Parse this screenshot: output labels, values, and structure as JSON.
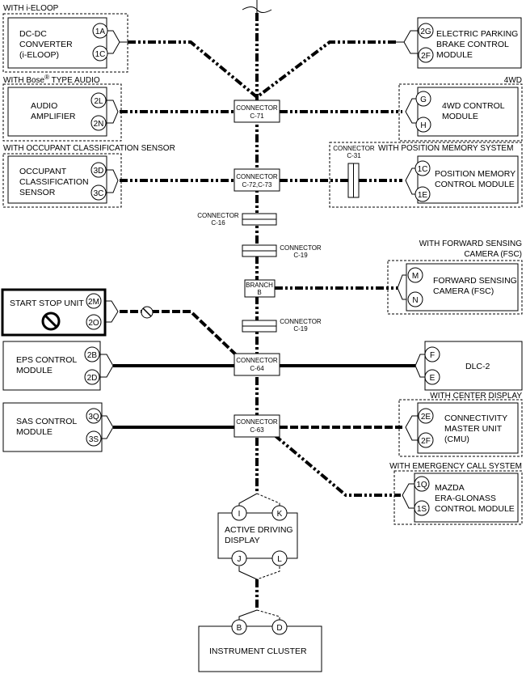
{
  "options": {
    "ieloop": "WITH i-ELOOP",
    "bose_pre": "WITH Bose",
    "bose_reg": "®",
    "bose_post": " TYPE AUDIO",
    "occupant": "WITH OCCUPANT CLASSIFICATION SENSOR",
    "wd4": "4WD",
    "position_memory": "WITH POSITION MEMORY SYSTEM",
    "fsc_1": "WITH FORWARD SENSING",
    "fsc_2": "CAMERA (FSC)",
    "center_display": "WITH CENTER DISPLAY",
    "emergency_call": "WITH EMERGENCY CALL SYSTEM"
  },
  "modules": {
    "dcdc": {
      "lines": [
        "DC-DC",
        "CONVERTER",
        "(i-ELOOP)"
      ],
      "pins": [
        "1A",
        "1C"
      ]
    },
    "epb": {
      "lines": [
        "ELECTRIC PARKING",
        "BRAKE CONTROL",
        "MODULE"
      ],
      "pins": [
        "2G",
        "2F"
      ]
    },
    "audio": {
      "lines": [
        "AUDIO",
        "AMPLIFIER"
      ],
      "pins": [
        "2L",
        "2N"
      ]
    },
    "wd4": {
      "lines": [
        "4WD CONTROL",
        "MODULE"
      ],
      "pins": [
        "G",
        "H"
      ]
    },
    "occupant": {
      "lines": [
        "OCCUPANT",
        "CLASSIFICATION",
        "SENSOR"
      ],
      "pins": [
        "3D",
        "3C"
      ]
    },
    "position": {
      "lines": [
        "POSITION MEMORY",
        "CONTROL MODULE"
      ],
      "pins": [
        "1C",
        "1E"
      ]
    },
    "fsc": {
      "lines": [
        "FORWARD SENSING",
        "CAMERA (FSC)"
      ],
      "pins": [
        "M",
        "N"
      ]
    },
    "start_stop": {
      "lines": [
        "START STOP UNIT"
      ],
      "pins": [
        "2M",
        "2O"
      ]
    },
    "eps": {
      "lines": [
        "EPS CONTROL",
        "MODULE"
      ],
      "pins": [
        "2B",
        "2D"
      ]
    },
    "dlc": {
      "lines": [
        "DLC-2"
      ],
      "pins": [
        "F",
        "E"
      ]
    },
    "sas": {
      "lines": [
        "SAS CONTROL",
        "MODULE"
      ],
      "pins": [
        "3Q",
        "3S"
      ]
    },
    "cmu": {
      "lines": [
        "CONNECTIVITY",
        "MASTER UNIT",
        "(CMU)"
      ],
      "pins": [
        "2E",
        "2F"
      ]
    },
    "era": {
      "lines": [
        "MAZDA",
        "ERA-GLONASS",
        "CONTROL MODULE"
      ],
      "pins": [
        "1Q",
        "1S"
      ]
    },
    "add": {
      "lines": [
        "ACTIVE DRIVING",
        "DISPLAY"
      ],
      "pins": [
        "I",
        "K",
        "J",
        "L"
      ]
    },
    "cluster": {
      "lines": [
        "INSTRUMENT CLUSTER"
      ],
      "pins": [
        "B",
        "D"
      ]
    }
  },
  "connectors": {
    "c71": [
      "CONNECTOR",
      "C-71"
    ],
    "c72": [
      "CONNECTOR",
      "C-72,C-73"
    ],
    "c31": [
      "CONNECTOR",
      "C-31"
    ],
    "c16": [
      "CONNECTOR",
      "C-16"
    ],
    "c19a": [
      "CONNECTOR",
      "C-19"
    ],
    "branch": [
      "BRANCH",
      "B"
    ],
    "c19b": [
      "CONNECTOR",
      "C-19"
    ],
    "c64": [
      "CONNECTOR",
      "C-64"
    ],
    "c63": [
      "CONNECTOR",
      "C-63"
    ]
  }
}
